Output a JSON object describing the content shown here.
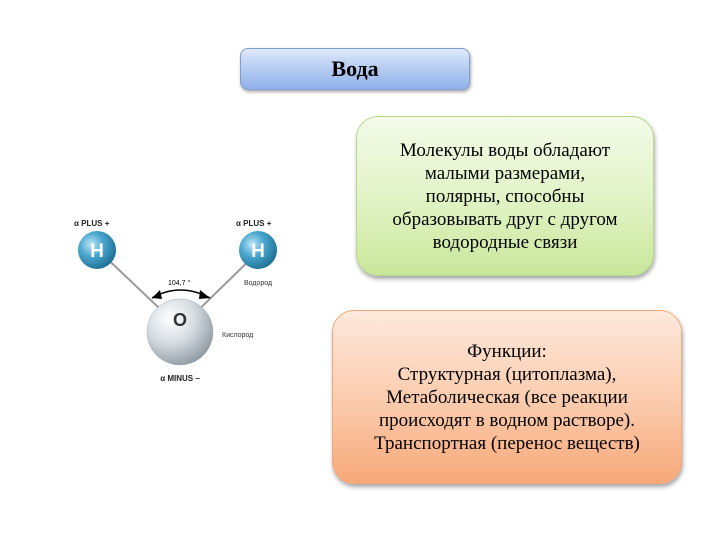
{
  "title": "Вода",
  "properties_text": "Молекулы воды обладают\nмалыми размерами,\nполярны, способны\nобразовывать друг с другом\nводородные связи",
  "functions_text": "Функции:\nСтруктурная (цитоплазма),\nМетаболическая (все реакции\nпроисходят в водном растворе).\nТранспортная (перенос веществ)",
  "molecule": {
    "left_h_charge": "α PLUS +",
    "right_h_charge": "α PLUS +",
    "h_symbol": "H",
    "o_symbol": "O",
    "angle": "104,7 °",
    "hydrogen_label": "Водород",
    "oxygen_label": "Кислород",
    "o_charge": "α MINUS –"
  },
  "colors": {
    "title_fill": "#b9cff2",
    "green_fill": "#e2f3c7",
    "orange_fill": "#fbcdb0",
    "hydrogen_color": "#2f8fb8",
    "oxygen_color": "#c9d2d8"
  }
}
